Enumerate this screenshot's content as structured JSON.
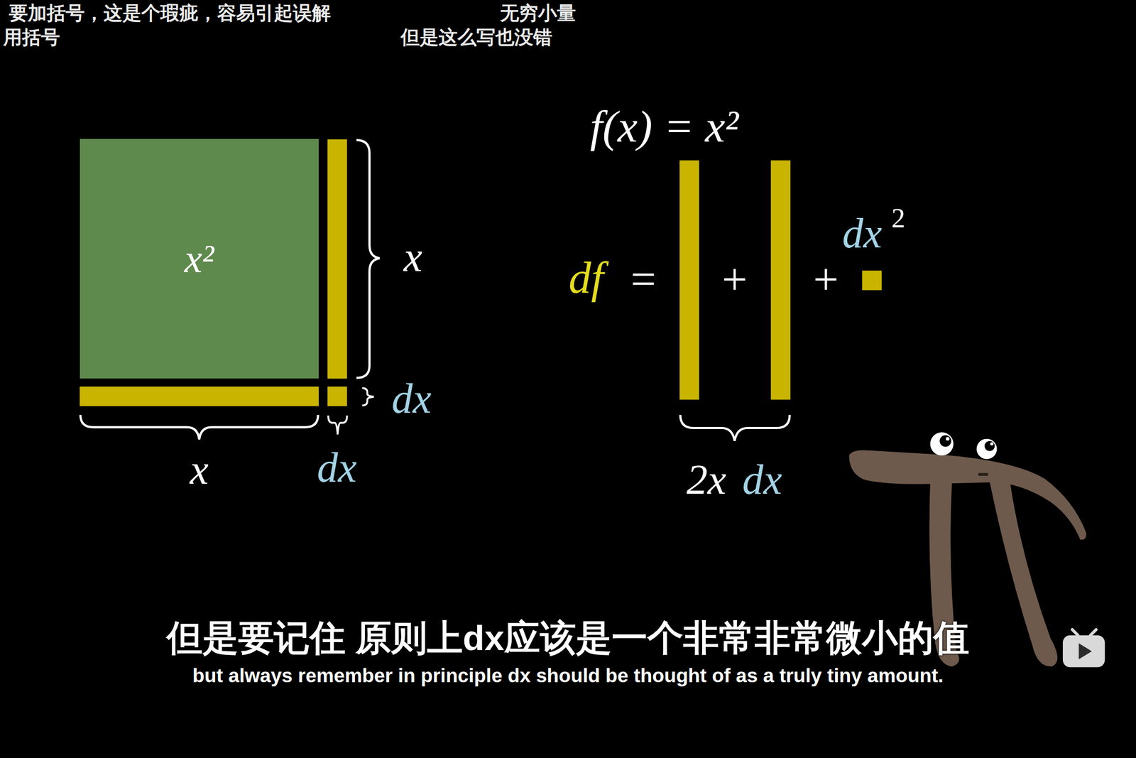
{
  "diagram": {
    "nodes": [
      {
        "text": [
          "x²"
        ]
      }
    ],
    "labels": [
      "要加括号，这是个瑕疵，容易引起误解",
      "用括号",
      "无穷小量",
      "但是这么写也没错",
      "x",
      "dx",
      "x",
      "dx",
      "f(x) = x²",
      "df",
      "=",
      "+",
      "+",
      "dx",
      "2",
      "2x",
      "dx",
      "但是要记住 原则上dx应该是一个非常非常微小的值",
      "but always remember in principle dx should be thought of as a truly tiny amount."
    ]
  }
}
